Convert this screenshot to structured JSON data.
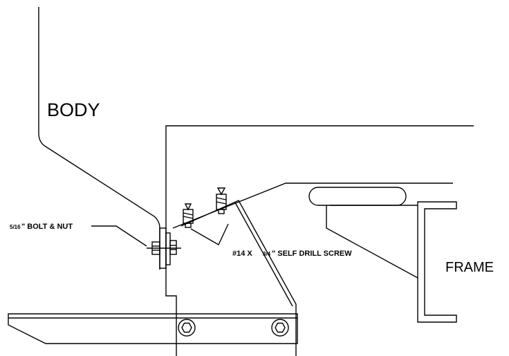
{
  "labels": {
    "body": "BODY",
    "frame": "FRAME",
    "bolt_fraction": "5/16",
    "bolt_rest": "\" BOLT & NUT",
    "screw_prefix": "#14 X ",
    "screw_fraction": "3/4",
    "screw_rest": "\" SELF DRILL SCREW"
  }
}
